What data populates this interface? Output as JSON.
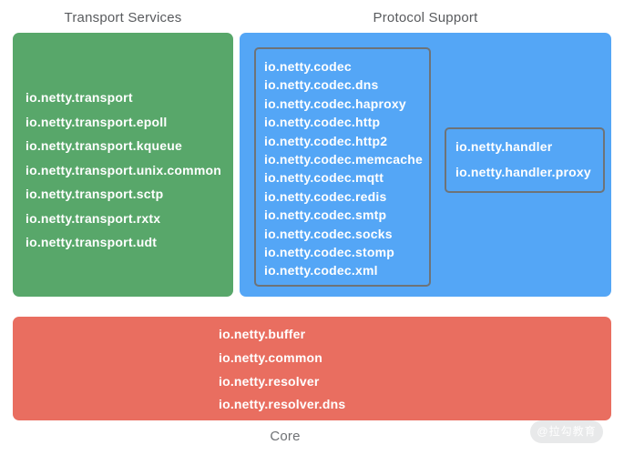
{
  "headers": {
    "transport": "Transport Services",
    "protocol": "Protocol Support",
    "core": "Core"
  },
  "colors": {
    "transport_panel": "#58a76a",
    "protocol_panel": "#54a6f6",
    "core_panel": "#e96e60",
    "group_box_border": "#6e7377",
    "package_text": "#ffffff",
    "header_text": "#595b5e",
    "core_label_text": "#6e7174",
    "watermark_bg": "#e8e9ea"
  },
  "panels": {
    "transport": {
      "items": [
        "io.netty.transport",
        "io.netty.transport.epoll",
        "io.netty.transport.kqueue",
        "io.netty.transport.unix.common",
        "io.netty.transport.sctp",
        "io.netty.transport.rxtx",
        "io.netty.transport.udt"
      ]
    },
    "protocol": {
      "codec_group": {
        "items": [
          "io.netty.codec",
          "io.netty.codec.dns",
          "io.netty.codec.haproxy",
          "io.netty.codec.http",
          "io.netty.codec.http2",
          "io.netty.codec.memcache",
          "io.netty.codec.mqtt",
          "io.netty.codec.redis",
          "io.netty.codec.smtp",
          "io.netty.codec.socks",
          "io.netty.codec.stomp",
          "io.netty.codec.xml"
        ]
      },
      "handler_group": {
        "items": [
          "io.netty.handler",
          "io.netty.handler.proxy"
        ]
      }
    },
    "core": {
      "items": [
        "io.netty.buffer",
        "io.netty.common",
        "io.netty.resolver",
        "io.netty.resolver.dns"
      ]
    }
  },
  "watermark": {
    "text": "@拉勾教育"
  }
}
